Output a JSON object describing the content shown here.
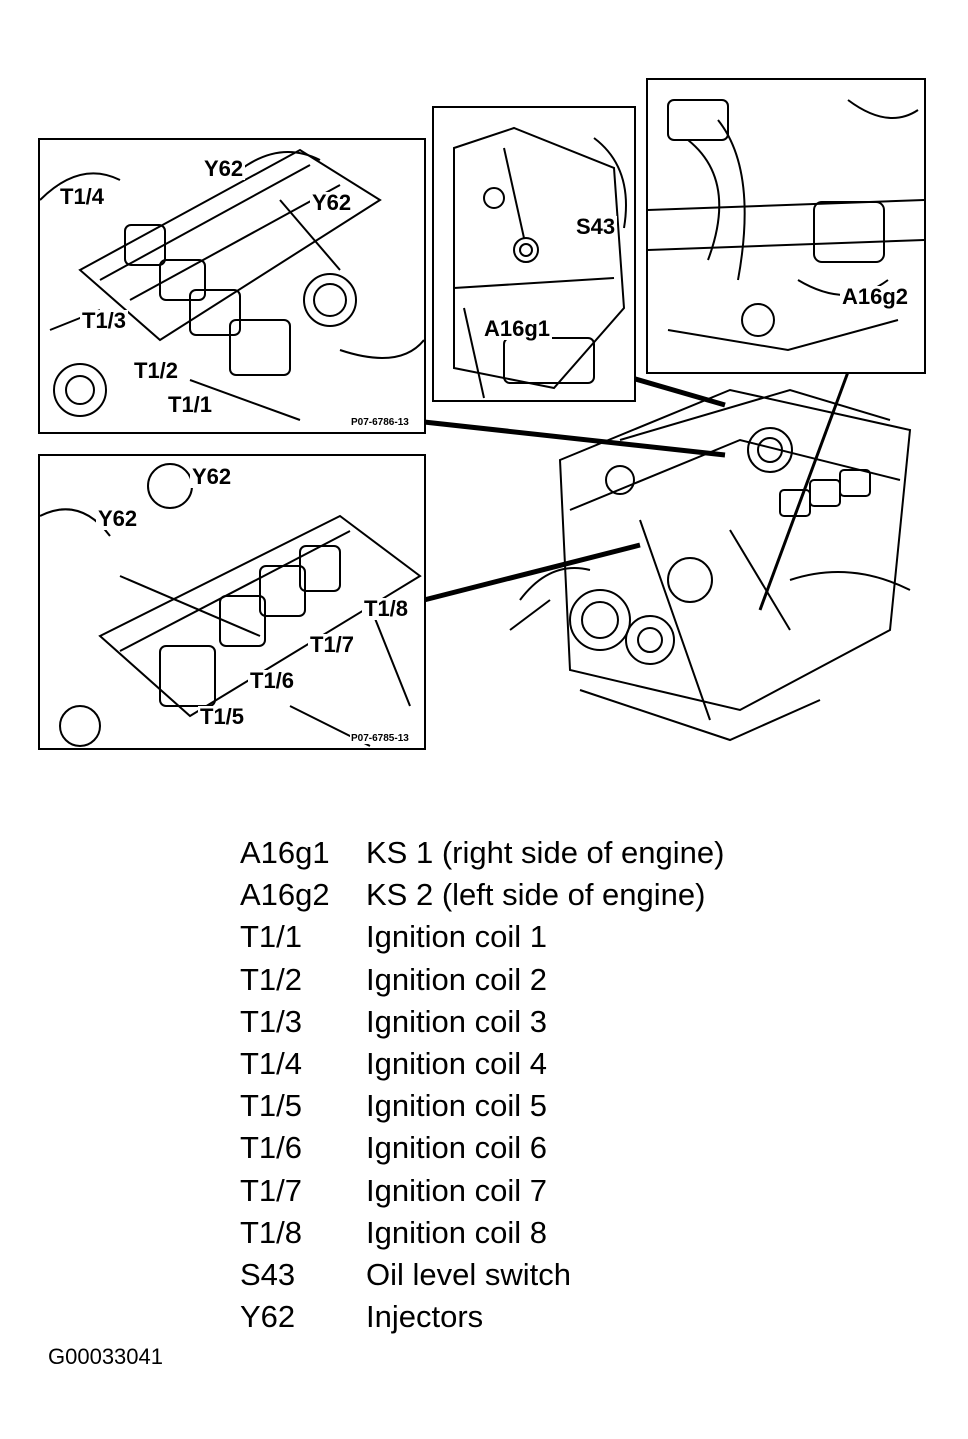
{
  "panels": {
    "top_left": {
      "labels": [
        "T1/4",
        "Y62",
        "Y62",
        "T1/3",
        "T1/2",
        "T1/1"
      ],
      "ref": "P07-6786-13"
    },
    "top_middle": {
      "labels": [
        "S43",
        "A16g1"
      ]
    },
    "top_right": {
      "labels": [
        "A16g2"
      ]
    },
    "bottom_left": {
      "labels": [
        "Y62",
        "Y62",
        "T1/8",
        "T1/7",
        "T1/6",
        "T1/5"
      ],
      "ref": "P07-6785-13"
    }
  },
  "legend": [
    {
      "code": "A16g1",
      "desc": "KS 1 (right side of engine)"
    },
    {
      "code": "A16g2",
      "desc": "KS 2 (left side of engine)"
    },
    {
      "code": "T1/1",
      "desc": "Ignition coil 1"
    },
    {
      "code": "T1/2",
      "desc": "Ignition coil 2"
    },
    {
      "code": "T1/3",
      "desc": "Ignition coil 3"
    },
    {
      "code": "T1/4",
      "desc": "Ignition coil 4"
    },
    {
      "code": "T1/5",
      "desc": "Ignition coil 5"
    },
    {
      "code": "T1/6",
      "desc": "Ignition coil 6"
    },
    {
      "code": "T1/7",
      "desc": "Ignition coil 7"
    },
    {
      "code": "T1/8",
      "desc": "Ignition coil 8"
    },
    {
      "code": "S43",
      "desc": "Oil level switch"
    },
    {
      "code": "Y62",
      "desc": "Injectors"
    }
  ],
  "figure_id": "G00033041"
}
